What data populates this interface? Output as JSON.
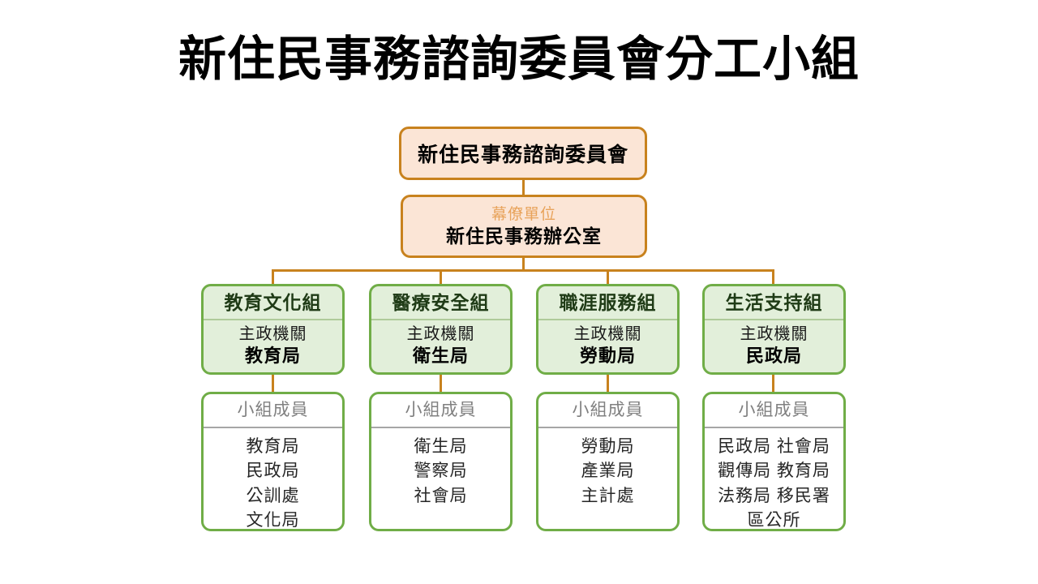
{
  "title": "新住民事務諮詢委員會分工小組",
  "colors": {
    "orange_border": "#C8821E",
    "orange_fill": "#FBE5D6",
    "orange_text": "#E8A35B",
    "green_border": "#70AD47",
    "green_fill": "#E2EFDA",
    "gray_divider": "#A6A6A6",
    "gray_text": "#808080",
    "body_text": "#262626",
    "background": "#FFFFFF"
  },
  "top_node": {
    "label": "新住民事務諮詢委員會"
  },
  "staff_node": {
    "kicker": "幕僚單位",
    "label": "新住民事務辦公室"
  },
  "labels": {
    "lead_agency": "主政機關",
    "members_header": "小組成員"
  },
  "groups": [
    {
      "name": "教育文化組",
      "lead_agency_label": "主政機關",
      "lead_agency": "教育局",
      "members_header": "小組成員",
      "members": [
        "教育局",
        "民政局",
        "公訓處",
        "文化局"
      ]
    },
    {
      "name": "醫療安全組",
      "lead_agency_label": "主政機關",
      "lead_agency": "衛生局",
      "members_header": "小組成員",
      "members": [
        "衛生局",
        "警察局",
        "社會局"
      ]
    },
    {
      "name": "職涯服務組",
      "lead_agency_label": "主政機關",
      "lead_agency": "勞動局",
      "members_header": "小組成員",
      "members": [
        "勞動局",
        "產業局",
        "主計處"
      ]
    },
    {
      "name": "生活支持組",
      "lead_agency_label": "主政機關",
      "lead_agency": "民政局",
      "members_header": "小組成員",
      "members": [
        "民政局 社會局",
        "觀傳局 教育局",
        "法務局 移民署",
        "區公所"
      ]
    }
  ]
}
